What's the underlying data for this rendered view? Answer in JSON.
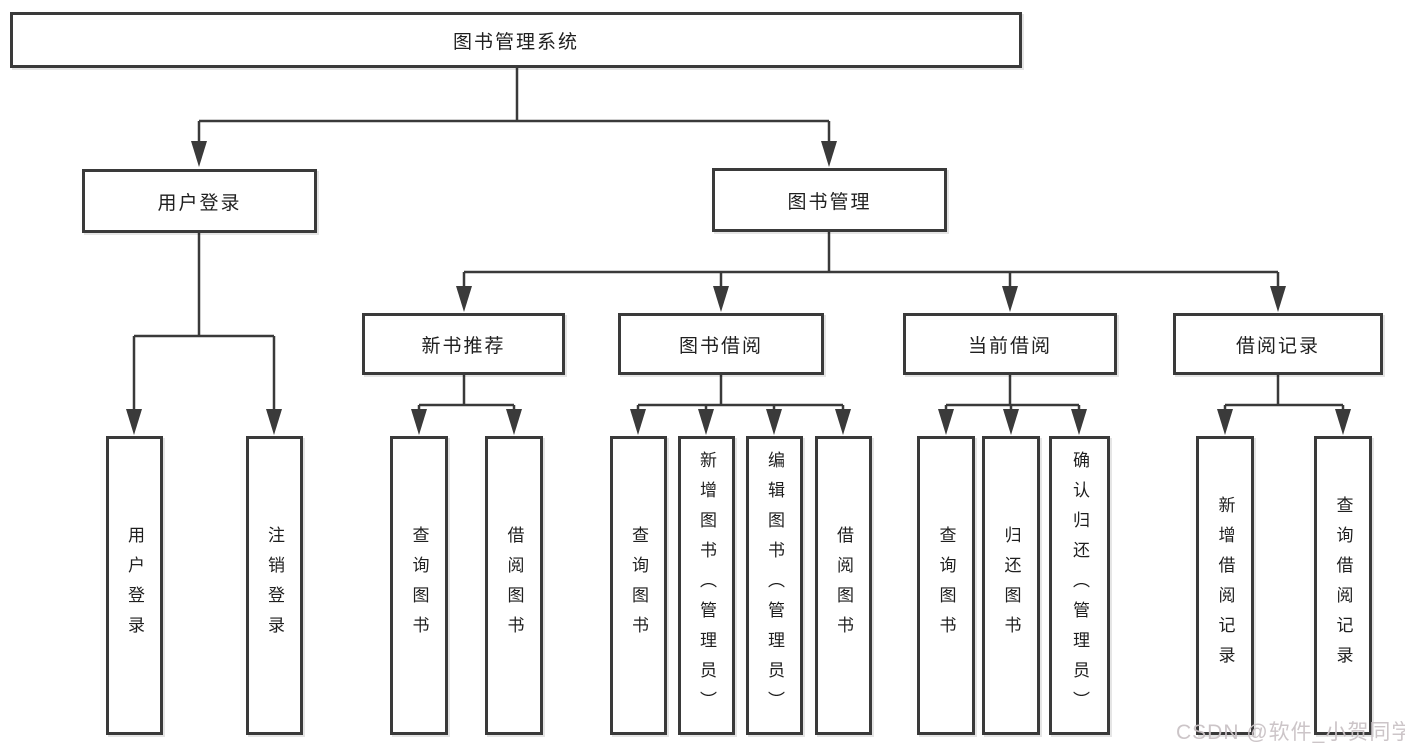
{
  "diagram": {
    "root_label": "图书管理系统",
    "branches": [
      {
        "label": "用户登录",
        "children": [
          "用户登录",
          "注销登录"
        ]
      },
      {
        "label": "图书管理",
        "sections": [
          {
            "label": "新书推荐",
            "children": [
              "查询图书",
              "借阅图书"
            ]
          },
          {
            "label": "图书借阅",
            "children": [
              "查询图书",
              "新增图书（管理员）",
              "编辑图书（管理员）",
              "借阅图书"
            ]
          },
          {
            "label": "当前借阅",
            "children": [
              "查询图书",
              "归还图书",
              "确认归还（管理员）"
            ]
          },
          {
            "label": "借阅记录",
            "children": [
              "新增借阅记录",
              "查询借阅记录"
            ]
          }
        ]
      }
    ]
  },
  "watermark": {
    "text": "CSDN @软件_小贺同学"
  },
  "colors": {
    "line": "#3a3a3a",
    "text": "#1f1f1f",
    "background": "#ffffff",
    "watermark": "#c9c2c5"
  }
}
